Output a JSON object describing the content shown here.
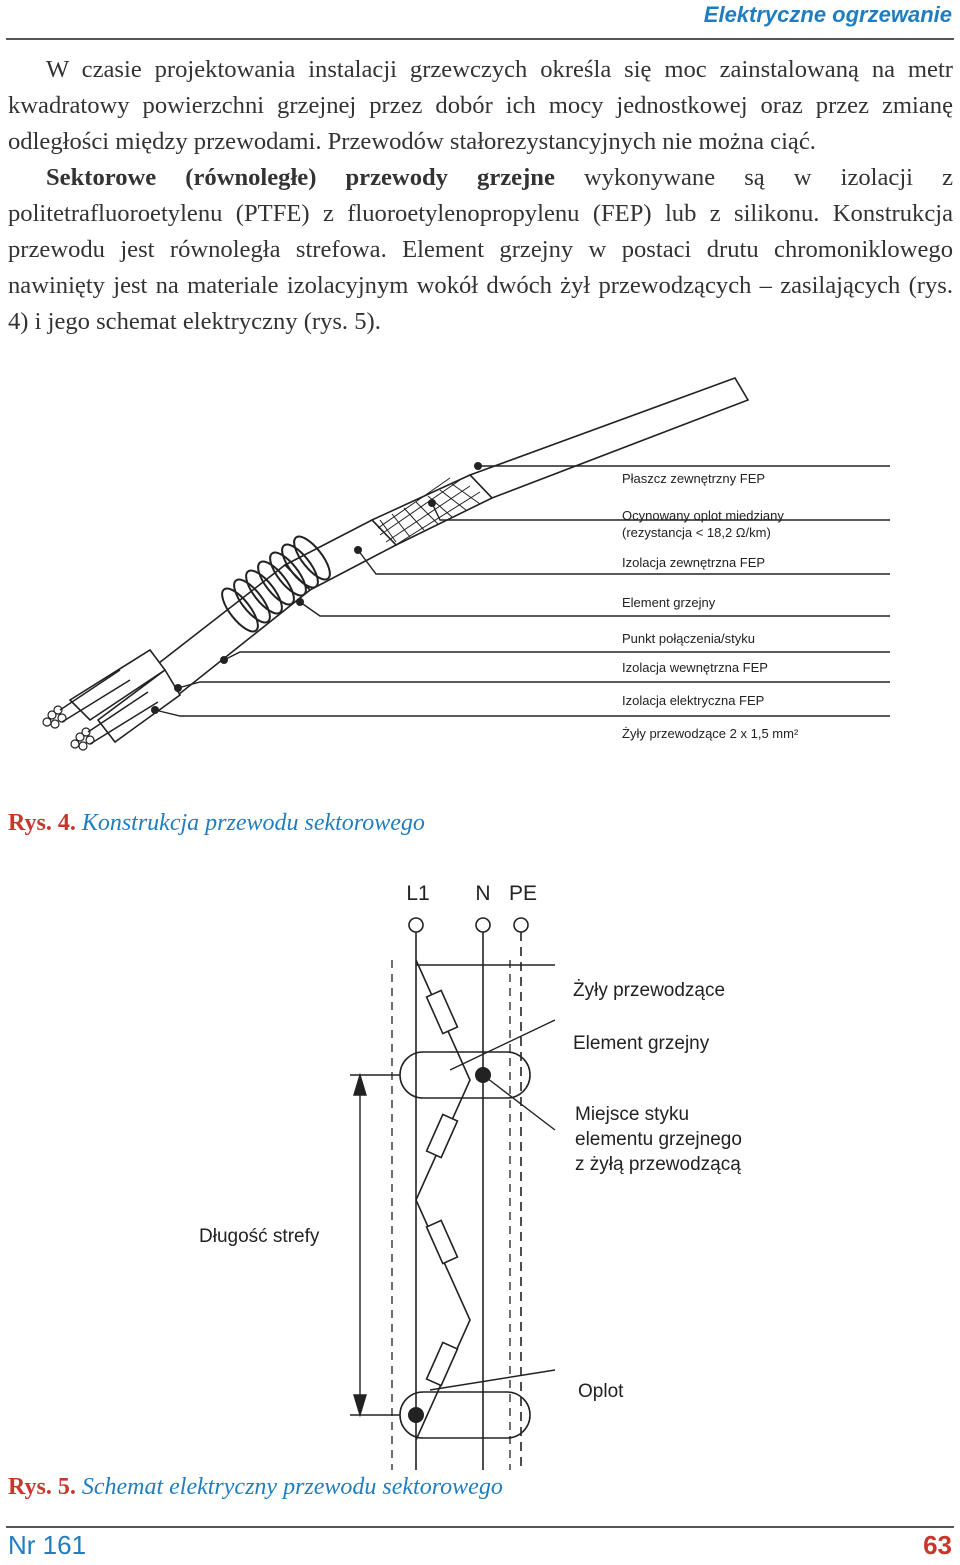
{
  "header": {
    "section_title": "Elektryczne ogrzewanie"
  },
  "body": {
    "para1": "W czasie projektowania instalacji grzewczych określa się moc zainstalowaną na metr kwadratowy powierzchni grzejnej przez dobór ich mocy jednostkowej oraz przez zmianę odległości między przewodami. Przewodów stałorezystancyjnych nie można ciąć.",
    "para2_bold": "Sektorowe (równoległe) przewody grzejne",
    "para2_rest": " wykonywane są w izolacji z politetrafluoroetylenu (PTFE) z fluoroetylenopropylenu (FEP) lub z silikonu. Konstrukcja przewodu jest równoległa strefowa. Element grzejny w postaci drutu chromoniklowego nawinięty jest na materiale izolacyjnym wokół dwóch żył przewodzących – zasilających (rys. 4) i jego schemat elektryczny (rys. 5)."
  },
  "figure4": {
    "labels": [
      "Płaszcz zewnętrzny FEP",
      "Ocynowany oplot miedziany",
      "(rezystancja  < 18,2 Ω/km)",
      "Izolacja zewnętrzna FEP",
      "Element grzejny",
      "Punkt połączenia/styku",
      "Izolacja wewnętrzna FEP",
      "Izolacja elektryczna FEP",
      "Żyły przewodzące 2 x 1,5 mm²"
    ],
    "caption_num": "Rys. 4.",
    "caption_text": "Konstrukcja przewodu sektorowego"
  },
  "figure5": {
    "terminals": [
      "L1",
      "N",
      "PE"
    ],
    "labels": {
      "conductors": "Żyły przewodzące",
      "heating_element": "Element grzejny",
      "junction_1": "Miejsce styku",
      "junction_2": "elementu grzejnego",
      "junction_3": "z żyłą przewodzącą",
      "zone_length": "Długość strefy",
      "braid": "Oplot"
    },
    "caption_num": "Rys. 5.",
    "caption_text": "Schemat elektryczny przewodu sektorowego"
  },
  "footer": {
    "issue": "Nr 161",
    "page": "63"
  },
  "colors": {
    "accent_blue": "#1f7dc0",
    "accent_red": "#c8372d"
  }
}
